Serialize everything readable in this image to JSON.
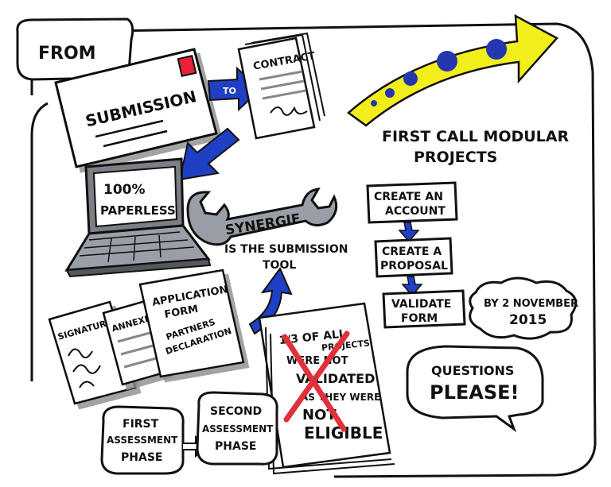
{
  "header": {
    "from": "FROM"
  },
  "envelope": {
    "label": "SUBMISSION"
  },
  "arrow_to": {
    "label": "TO"
  },
  "contract": {
    "label": "CONTRACT"
  },
  "laptop": {
    "line1": "100%",
    "line2": "PAPERLESS"
  },
  "tool": {
    "wrench_label": "SYNERGIE",
    "caption_line1": "IS THE SUBMISSION",
    "caption_line2": "TOOL"
  },
  "call": {
    "line1": "FIRST CALL MODULAR",
    "line2": "PROJECTS"
  },
  "steps": [
    {
      "line1": "CREATE AN",
      "line2": "ACCOUNT"
    },
    {
      "line1": "CREATE A",
      "line2": "PROPOSAL"
    },
    {
      "line1": "VALIDATE",
      "line2": "FORM"
    }
  ],
  "deadline": {
    "line1": "BY 2 NOVEMBER",
    "line2": "2015"
  },
  "documents": {
    "signatures": "SIGNATURES",
    "annexes": "ANNEXES",
    "application_line1": "APPLICATION",
    "application_line2": "FORM",
    "declaration_line1": "PARTNERS",
    "declaration_line2": "DECLARATION"
  },
  "warning": {
    "line1": "1/3 OF ALL",
    "line2": "PROJECTS",
    "line3": "WERE NOT",
    "line4": "VALIDATED",
    "line5": "AS THEY WERE",
    "line6": "NOT",
    "line7": "ELIGIBLE"
  },
  "questions": {
    "line1": "QUESTIONS",
    "line2": "PLEASE!"
  },
  "phases": [
    {
      "line1": "FIRST",
      "line2": "ASSESSMENT",
      "line3": "PHASE"
    },
    {
      "line1": "SECOND",
      "line2": "ASSESSMENT",
      "line3": "PHASE"
    }
  ],
  "colors": {
    "ink": "#111111",
    "blue_arrow": "#1f3fc4",
    "yellow_arrow": "#f2ee1c",
    "dot_blue": "#2436b0",
    "wrench_grey": "#9a9ea6",
    "laptop_grey": "#7d7f86",
    "stamp_red": "#e8233a",
    "cross_red": "#e0303a"
  }
}
